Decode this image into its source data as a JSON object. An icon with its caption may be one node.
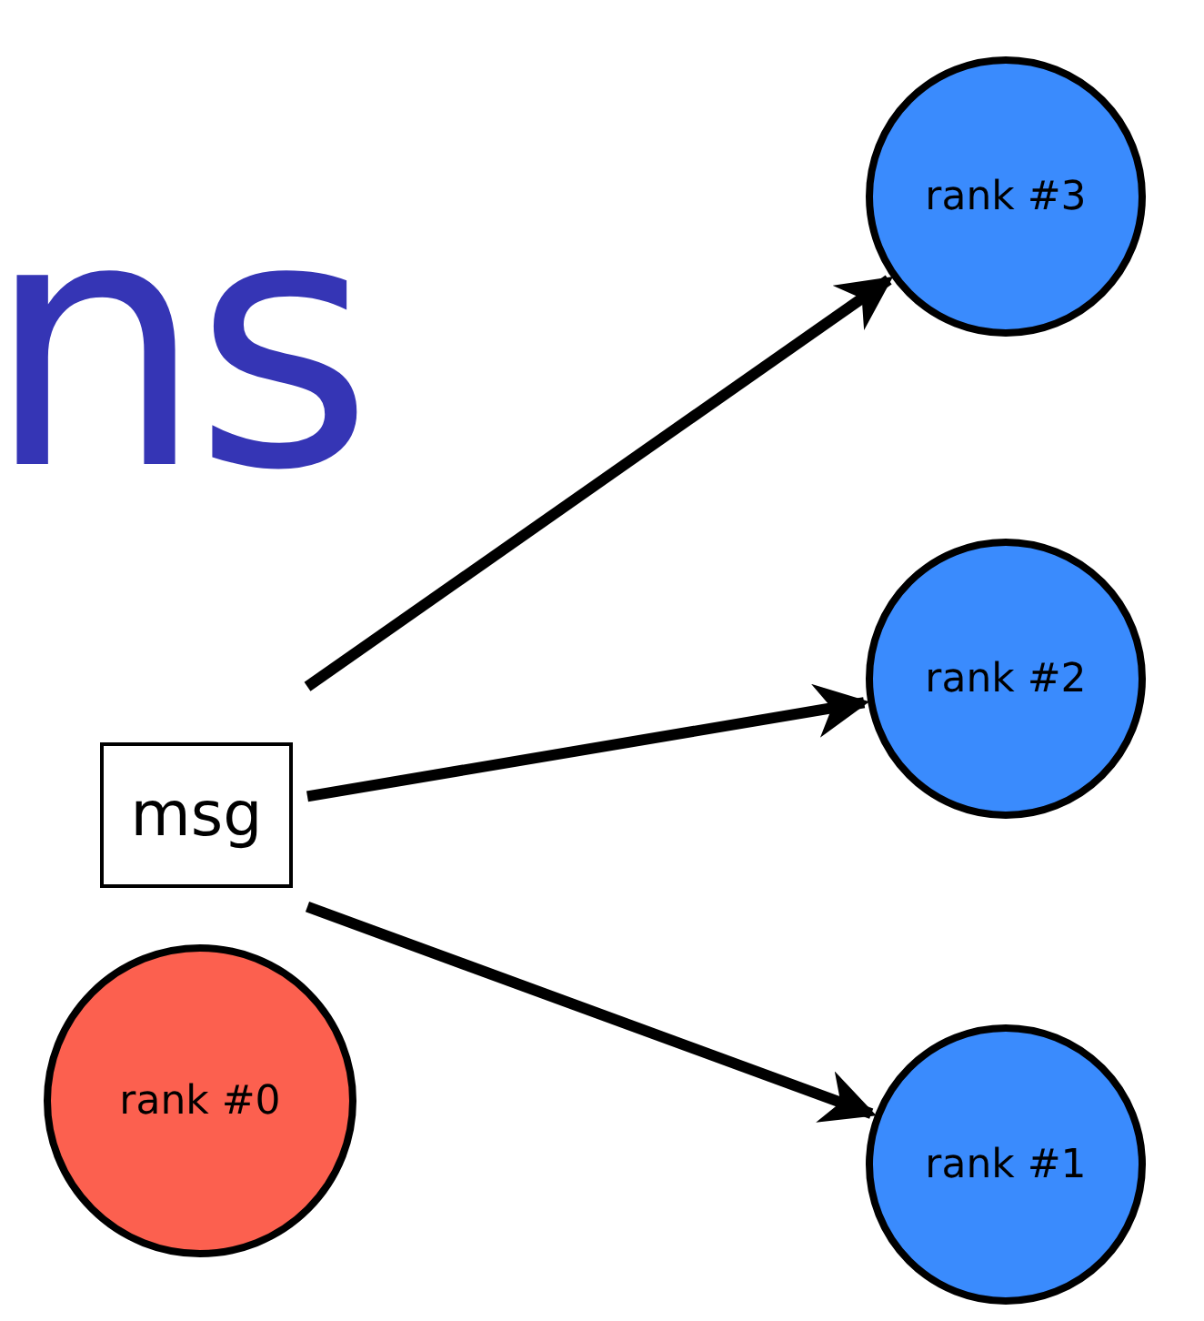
{
  "diagram": {
    "nodes": [
      {
        "text": [
          "rank #3"
        ]
      },
      {
        "text": [
          "rank #2"
        ]
      },
      {
        "text": [
          "msg"
        ]
      },
      {
        "text": [
          "rank #0"
        ]
      },
      {
        "text": [
          "rank #1"
        ]
      }
    ],
    "edges": [
      {
        "from": 2,
        "to": 0,
        "arrow": "to"
      },
      {
        "from": 2,
        "to": 1,
        "arrow": "to"
      },
      {
        "from": 2,
        "to": 4,
        "arrow": "to"
      }
    ],
    "labels": [
      "ns"
    ]
  }
}
